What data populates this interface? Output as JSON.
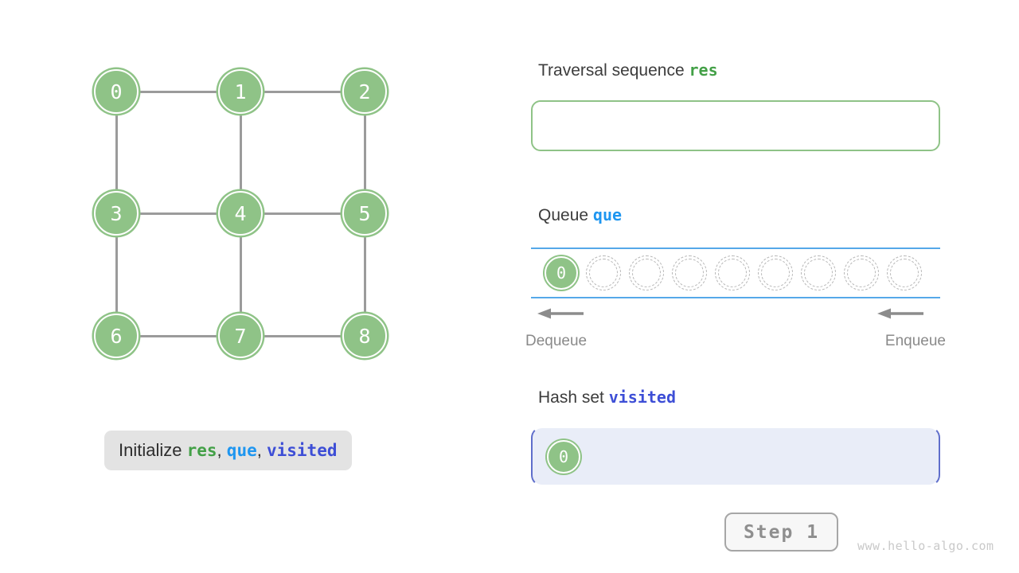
{
  "graph": {
    "nodes": [
      {
        "label": "0"
      },
      {
        "label": "1"
      },
      {
        "label": "2"
      },
      {
        "label": "3"
      },
      {
        "label": "4"
      },
      {
        "label": "5"
      },
      {
        "label": "6"
      },
      {
        "label": "7"
      },
      {
        "label": "8"
      }
    ]
  },
  "caption": {
    "initialize": "Initialize",
    "res": "res",
    "que": "que",
    "visited": "visited",
    "separator": ","
  },
  "sections": {
    "traversal": {
      "title": "Traversal sequence",
      "var_name": "res"
    },
    "queue": {
      "title": "Queue",
      "var_name": "que",
      "dequeue_label": "Dequeue",
      "enqueue_label": "Enqueue",
      "capacity": 9,
      "items": [
        {
          "value": "0"
        }
      ]
    },
    "hashset": {
      "title": "Hash set",
      "var_name": "visited",
      "items": [
        {
          "value": "0"
        }
      ]
    }
  },
  "controls": {
    "step_button_label": "Step 1"
  },
  "watermark": "www.hello-algo.com",
  "colors": {
    "node_green": "#8fc387",
    "keyword_green": "#43a047",
    "keyword_blue": "#1e96f0",
    "keyword_indigo": "#3d4ed6",
    "queue_line_blue": "#55a8e9",
    "hashset_border": "#5f6ecb",
    "hashset_fill": "#e9edf8",
    "edge_gray": "#9b9b9b"
  }
}
